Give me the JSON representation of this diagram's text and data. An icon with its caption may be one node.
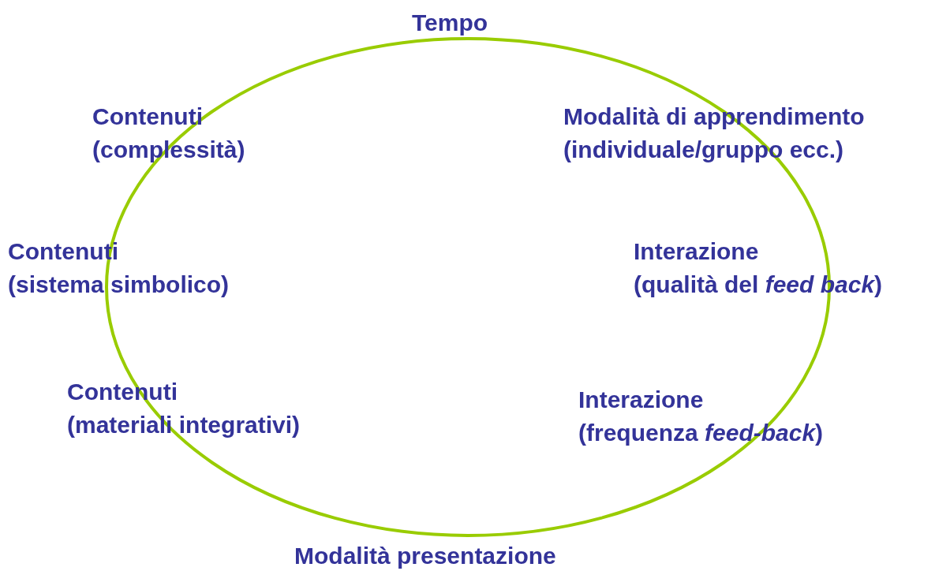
{
  "diagram": {
    "nodes": [
      {
        "text": [],
        "shape": "ellipse"
      }
    ],
    "labels": [
      "Tempo",
      "Contenuti (complessità)",
      "Modalità di apprendimento (individuale/gruppo ecc.)",
      "Contenuti (sistema simbolico)",
      "Interazione (qualità del *feed back*)",
      "Contenuti (materiali integrativi)",
      "Interazione (frequenza *feed-back*)",
      "Modalità presentazione"
    ]
  }
}
